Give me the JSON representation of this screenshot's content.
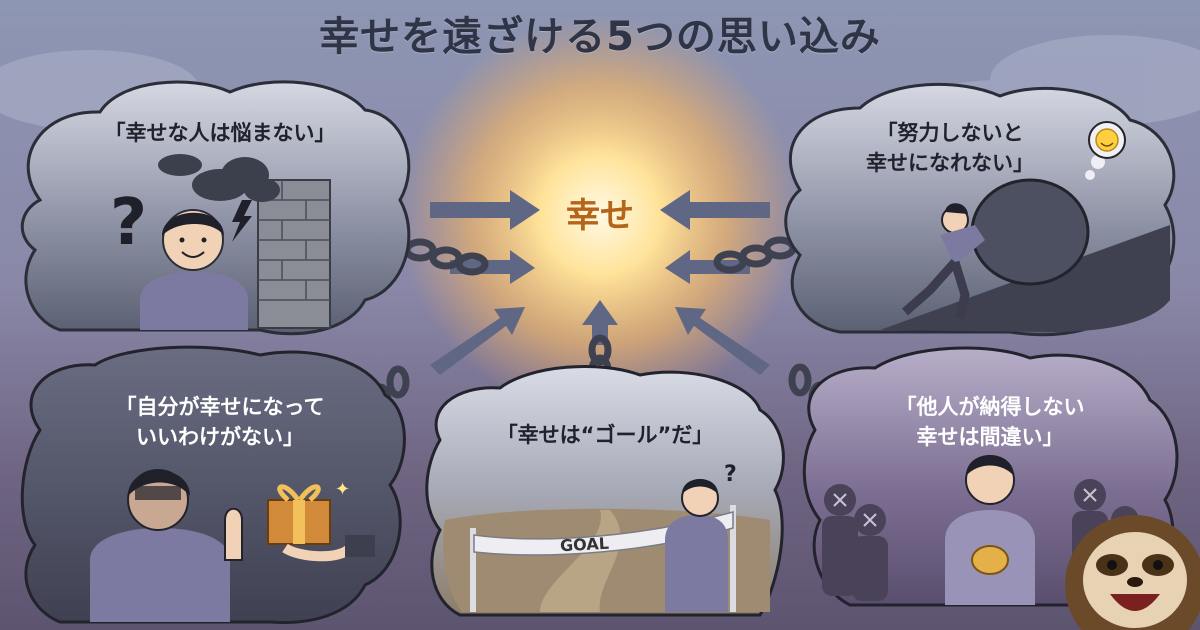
{
  "title": "幸せを遠ざける5つの思い込み",
  "center": {
    "label": "幸せ"
  },
  "myths": [
    {
      "lines": [
        "「幸せな人は悩まない」"
      ]
    },
    {
      "lines": [
        "「努力しないと",
        "幸せになれない」"
      ]
    },
    {
      "lines": [
        "「自分が幸せになって",
        "いいわけがない」"
      ]
    },
    {
      "lines": [
        "「幸せは“ゴール”だ」"
      ]
    },
    {
      "lines": [
        "「他人が納得しない",
        "幸せは間違い」"
      ]
    }
  ],
  "scene": {
    "goal_tape": "GOAL",
    "question_mark": "?",
    "small_question_mark": "?"
  },
  "colors": {
    "sun": "#ffd36b",
    "center_text": "#b5641a",
    "bubble_dark": "#4a4e62",
    "bubble_light": "#c9ccd8",
    "chain": "#3e4150",
    "arrow": "#5f6784"
  }
}
